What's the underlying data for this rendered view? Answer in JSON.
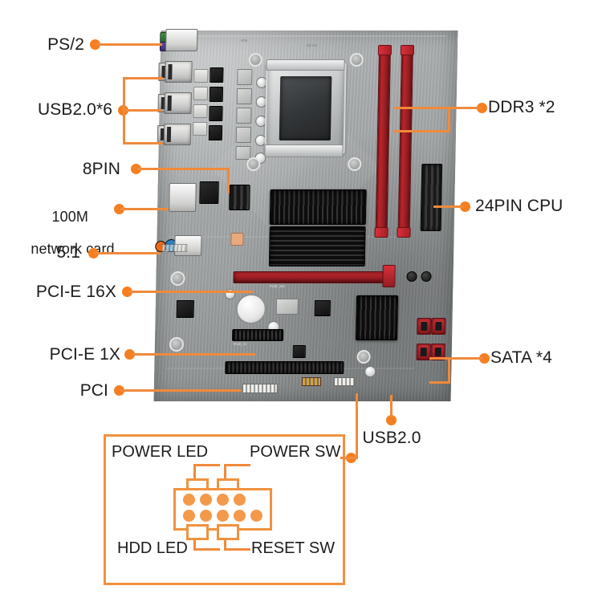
{
  "diagram": {
    "title": "Motherboard component callout diagram",
    "accent_color": "#f29040",
    "dot_color": "#f57f20",
    "text_color": "#1c1c1c"
  },
  "callouts": [
    {
      "id": "ps2",
      "label": "PS/2",
      "side": "left"
    },
    {
      "id": "usb6",
      "label": "USB2.0*6",
      "side": "left"
    },
    {
      "id": "pin8",
      "label": "8PIN",
      "side": "left"
    },
    {
      "id": "nic",
      "label": "100M\nnetwork card",
      "side": "left"
    },
    {
      "id": "audio51",
      "label": "5.1",
      "side": "left"
    },
    {
      "id": "pcie16x",
      "label": "PCI-E 16X",
      "side": "left"
    },
    {
      "id": "pcie1x",
      "label": "PCI-E 1X",
      "side": "left"
    },
    {
      "id": "pci",
      "label": "PCI",
      "side": "left"
    },
    {
      "id": "ddr3",
      "label": "DDR3 *2",
      "side": "right"
    },
    {
      "id": "cpu24pin",
      "label": "24PIN CPU",
      "side": "right"
    },
    {
      "id": "sata4",
      "label": "SATA *4",
      "side": "right"
    },
    {
      "id": "usb20",
      "label": "USB2.0",
      "side": "bottom"
    }
  ],
  "front_panel": {
    "labels": {
      "power_led": "POWER LED",
      "power_sw": "POWER SW",
      "hdd_led": "HDD LED",
      "reset_sw": "RESET SW"
    },
    "pins_top_row": 4,
    "pins_bottom_row": 5
  },
  "board_silkscreen": {
    "pcie16x": "PCIE_16X",
    "pcie1x": "PCIE_1X",
    "pci": "PCI"
  }
}
